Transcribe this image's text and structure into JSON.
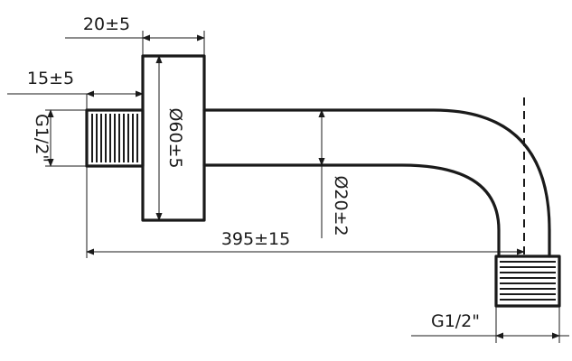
{
  "dimensions": {
    "flange_thickness": "20±5",
    "thread_length": "15±5",
    "inlet_thread": "G1/2\"",
    "flange_diameter": "Ø60±5",
    "spout_diameter": "Ø20±2",
    "projection_length": "395±15",
    "outlet_thread": "G1/2\""
  },
  "colors": {
    "line": "#1a1a1a",
    "background": "#ffffff"
  }
}
